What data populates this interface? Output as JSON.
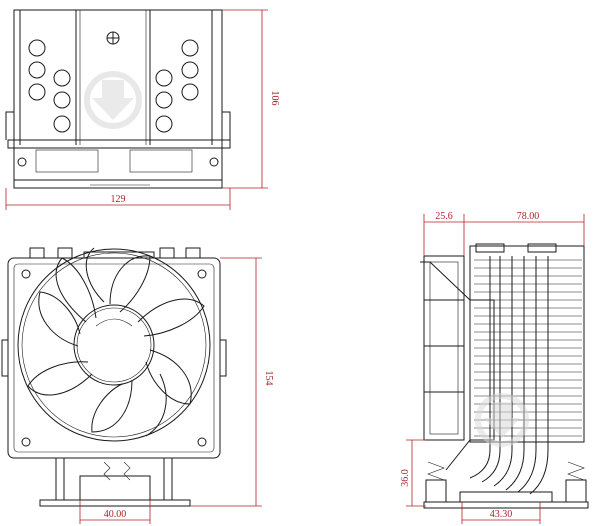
{
  "dimensions": {
    "top_view_height": "106",
    "top_view_width": "129",
    "front_view_height": "154",
    "front_view_base_width": "40.00",
    "side_view_fan_depth": "25.6",
    "side_view_fin_depth": "78.00",
    "side_view_base_height": "36.0",
    "side_view_base_width": "43.30"
  },
  "colors": {
    "dimension_red": "#b0202a",
    "line_black": "#1a1a1a",
    "watermark_gray": "#d8d8d8"
  },
  "icons": [
    "watermark-logo-icon",
    "mounting-screw-icon"
  ]
}
